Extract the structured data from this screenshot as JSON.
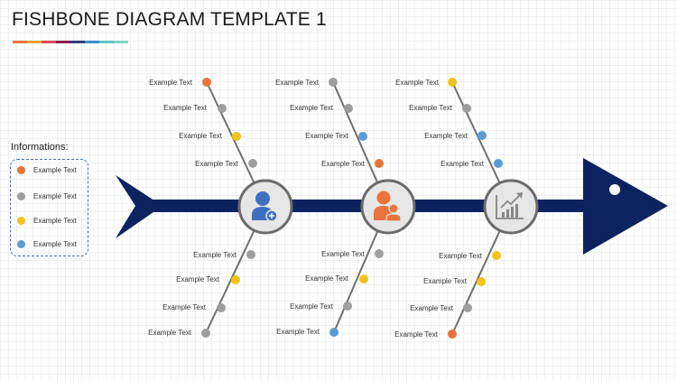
{
  "title": "FISHBONE DIAGRAM TEMPLATE 1",
  "title_bar_colors": [
    "#e8743b",
    "#f0a33a",
    "#d94a56",
    "#8b2252",
    "#2a3f7e",
    "#3a8fc7",
    "#5ec4c0",
    "#7fd3c8"
  ],
  "legend": {
    "title": "Informations:",
    "items": [
      {
        "label": "Example Text",
        "color": "#e8743b"
      },
      {
        "label": "Example Text",
        "color": "#9e9e9e"
      },
      {
        "label": "Example Text",
        "color": "#f2c21a"
      },
      {
        "label": "Example Text",
        "color": "#5b9bd5"
      }
    ]
  },
  "colors": {
    "spine": "#0d2360",
    "bone": "#707070",
    "hub_fill": "#e6e6e6",
    "hub_ring": "#6b6b6b",
    "orange": "#e8743b",
    "gray": "#9e9e9e",
    "yellow": "#f2c21a",
    "blue": "#5b9bd5"
  },
  "hubs": [
    {
      "icon": "add-user-icon"
    },
    {
      "icon": "users-icon"
    },
    {
      "icon": "growth-chart-icon"
    }
  ],
  "bones": [
    {
      "labels": [
        "Example Text",
        "Example Text",
        "Example Text",
        "Example Text"
      ],
      "dots": [
        "orange",
        "gray",
        "yellow",
        "gray"
      ]
    },
    {
      "labels": [
        "Example Text",
        "Example Text",
        "Example Text",
        "Example Text"
      ],
      "dots": [
        "gray",
        "gray",
        "blue",
        "orange"
      ]
    },
    {
      "labels": [
        "Example Text",
        "Example Text",
        "Example Text",
        "Example Text"
      ],
      "dots": [
        "yellow",
        "gray",
        "blue",
        "blue"
      ]
    },
    {
      "labels": [
        "Example Text",
        "Example Text",
        "Example Text",
        "Example Text"
      ],
      "dots": [
        "gray",
        "yellow",
        "gray",
        "gray"
      ]
    },
    {
      "labels": [
        "Example Text",
        "Example Text",
        "Example Text",
        "Example Text"
      ],
      "dots": [
        "gray",
        "yellow",
        "gray",
        "blue"
      ]
    },
    {
      "labels": [
        "Example Text",
        "Example Text",
        "Example Text",
        "Example Text"
      ],
      "dots": [
        "yellow",
        "yellow",
        "gray",
        "orange"
      ]
    }
  ]
}
